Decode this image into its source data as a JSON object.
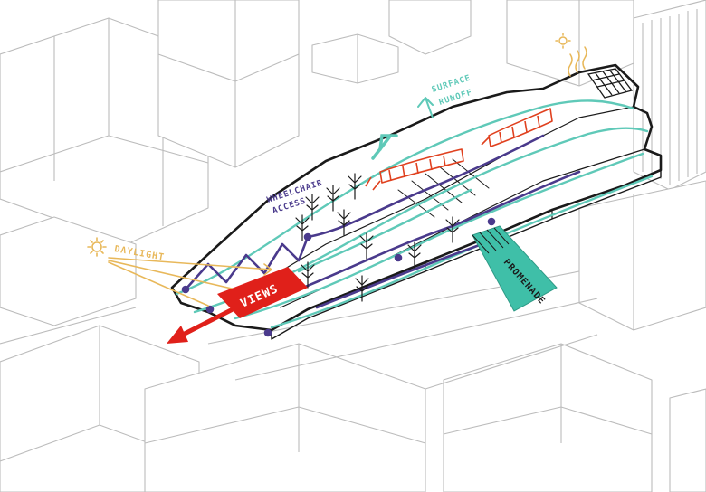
{
  "diagram": {
    "labels": {
      "wheelchair_line1": "WHEELCHAIR",
      "wheelchair_line2": "ACCESS",
      "daylight": "DAYLIGHT",
      "surface_line1": "SURFACE",
      "surface_line2": "RUNOFF",
      "views": "VIEWS",
      "promenade": "PROMENADE"
    },
    "colors": {
      "background": "#ffffff",
      "context_buildings": "#bcbcbc",
      "outline": "#1a1a1a",
      "water_teal": "#5fc9b8",
      "promenade_teal": "#3fbfa8",
      "access_path": "#4a3a8c",
      "daylight_yellow": "#e8b85a",
      "structure_red": "#e0411f",
      "views_red": "#e0201a"
    },
    "icons": [
      "sun-icon",
      "tree-icon",
      "arrow-icon"
    ]
  }
}
